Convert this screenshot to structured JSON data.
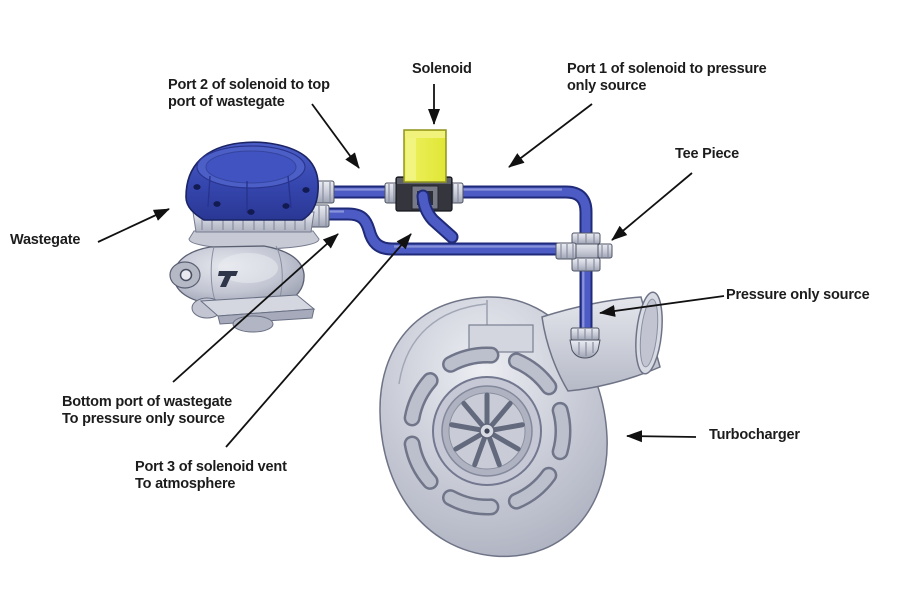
{
  "figure": {
    "description": "Diagram of turbocharger boost-control plumbing showing wastegate, solenoid, tee piece and turbocharger connected by blue hoses"
  },
  "colors": {
    "background": "#ffffff",
    "hose_blue": "#4c5cc4",
    "hose_outline": "#1f2a78",
    "wastegate_cap_blue": "#3b4eba",
    "solenoid_yellow": "#e6ea3f",
    "metal_silver": "#d6d9e2",
    "turbo_housing_gray": "#c9ccd7",
    "text_color": "#1c1c1c",
    "arrow_color": "#111111"
  },
  "labels": {
    "port2": {
      "lines": [
        "Port 2 of solenoid to top",
        "port of wastegate"
      ]
    },
    "solenoid": {
      "lines": [
        "Solenoid"
      ]
    },
    "port1": {
      "lines": [
        "Port 1 of solenoid to pressure",
        "only source"
      ]
    },
    "tee_piece": {
      "lines": [
        "Tee Piece"
      ]
    },
    "wastegate": {
      "lines": [
        "Wastegate"
      ]
    },
    "pressure_source": {
      "lines": [
        "Pressure only source"
      ]
    },
    "bottom_port": {
      "lines": [
        "Bottom port of wastegate",
        "To pressure only source"
      ]
    },
    "port3_vent": {
      "lines": [
        "Port 3 of solenoid vent",
        "To atmosphere"
      ]
    },
    "turbocharger": {
      "lines": [
        "Turbocharger"
      ]
    }
  }
}
